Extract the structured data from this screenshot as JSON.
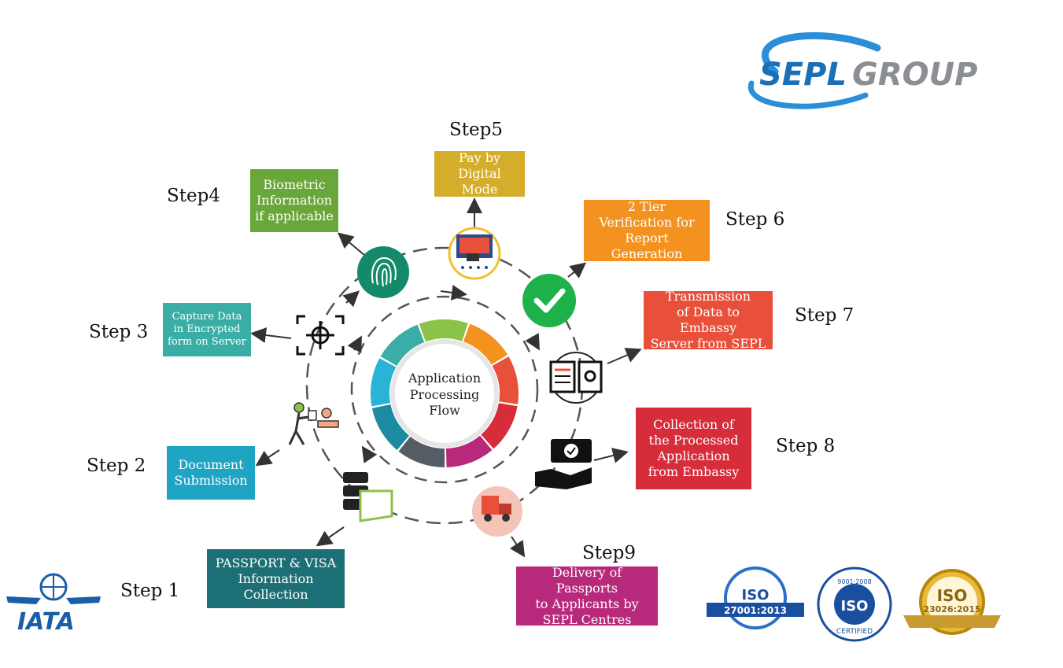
{
  "logo": {
    "brand": "SEPL",
    "suffix": "GROUP"
  },
  "center": {
    "title": "Application\nProcessing\nFlow"
  },
  "steps": [
    {
      "label": "Step 1",
      "text": "PASSPORT & VISA\nInformation\nCollection",
      "color": "#1c6f75"
    },
    {
      "label": "Step 2",
      "text": "Document\nSubmission",
      "color": "#1fa5c4"
    },
    {
      "label": "Step 3",
      "text": "Capture Data\nin Encrypted\nform on Server",
      "color": "#3aaea6"
    },
    {
      "label": "Step4",
      "text": "Biometric\nInformation\nif applicable",
      "color": "#6aa73a"
    },
    {
      "label": "Step5",
      "text": "Pay by\nDigital Mode",
      "color": "#d4ae2b"
    },
    {
      "label": "Step 6",
      "text": "2 Tier\nVerification for\nReport Generation",
      "color": "#f4921f"
    },
    {
      "label": "Step 7",
      "text": "Transmission\nof Data to Embassy\nServer from SEPL",
      "color": "#e8503b"
    },
    {
      "label": "Step 8",
      "text": "Collection of\nthe Processed\nApplication\nfrom Embassy",
      "color": "#d72c3a"
    },
    {
      "label": "Step9",
      "text": "Delivery of Passports\nto Applicants by\nSEPL Centres",
      "color": "#b8297c"
    }
  ],
  "badges": {
    "iata": "IATA",
    "iso1_top": "ISO",
    "iso1_bottom": "27001:2013",
    "iso2_top": "9001:2008",
    "iso2_mid": "ISO",
    "iso2_bottom": "CERTIFIED",
    "iso3_top": "ISO",
    "iso3_bottom": "23026:2015"
  },
  "icons": [
    "fingerprint-icon",
    "payment-terminal-icon",
    "checkmark-icon",
    "server-transfer-icon",
    "cash-hand-icon",
    "delivery-truck-icon",
    "database-document-icon",
    "person-submission-icon",
    "crosshair-icon"
  ]
}
